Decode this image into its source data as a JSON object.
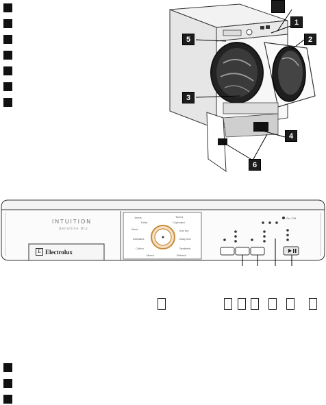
{
  "left_markers_count": 7,
  "bottom_markers_count": 3,
  "callouts": {
    "c1": "1",
    "c2": "2",
    "c3": "3",
    "c4": "4",
    "c5": "5",
    "c6": "6"
  },
  "panel": {
    "brand_line1": "INTUITION",
    "brand_line2": "Sensitive Dry",
    "logo_text": "Electrolux"
  }
}
